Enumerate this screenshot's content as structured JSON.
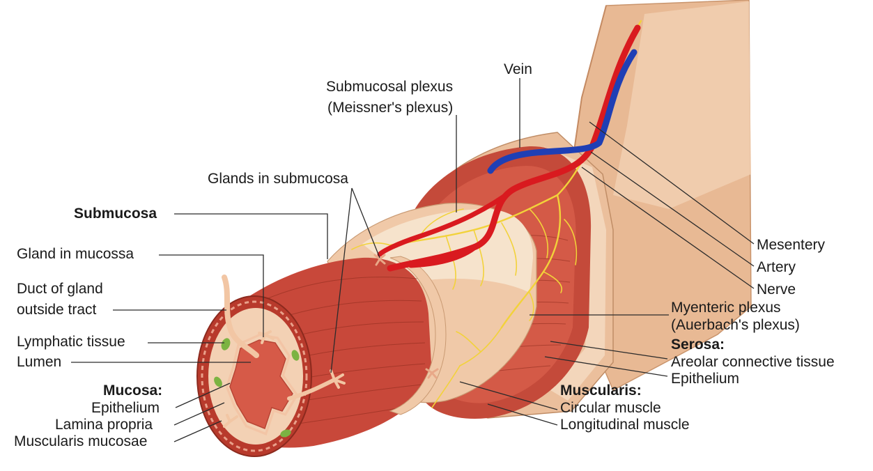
{
  "labels": {
    "vein": "Vein",
    "submucosal_plexus_1": "Submucosal plexus",
    "submucosal_plexus_2": "(Meissner's plexus)",
    "glands_in_submucosa": "Glands in submucosa",
    "submucosa": "Submucosa",
    "gland_in_mucosa": "Gland in mucossa",
    "duct_of_gland_1": "Duct of gland",
    "duct_of_gland_2": "outside tract",
    "lymphatic_tissue": "Lymphatic tissue",
    "lumen": "Lumen",
    "mucosa_heading": "Mucosa:",
    "mucosa_epithelium": "Epithelium",
    "lamina_propria": "Lamina propria",
    "muscularis_mucosae": "Muscularis mucosae",
    "mesentery": "Mesentery",
    "artery": "Artery",
    "nerve": "Nerve",
    "myenteric_plexus_1": "Myenteric plexus",
    "myenteric_plexus_2": "(Auerbach's plexus)",
    "serosa_heading": "Serosa:",
    "areolar_tissue": "Areolar connective tissue",
    "serosa_epithelium": "Epithelium",
    "muscularis_heading": "Muscularis:",
    "circular_muscle": "Circular muscle",
    "longitudinal_muscle": "Longitudinal muscle"
  },
  "colors": {
    "background": "#ffffff",
    "serosa": "#e9bd98",
    "serosa_light": "#f3d3b6",
    "muscle": "#c94a3b",
    "muscle_dark": "#a93226",
    "submucosa": "#f2cdae",
    "artery": "#e0141c",
    "vein": "#1f3fb5",
    "nerve": "#f2d23a",
    "lumen": "#d95c4a",
    "lymph": "#7cb342"
  }
}
